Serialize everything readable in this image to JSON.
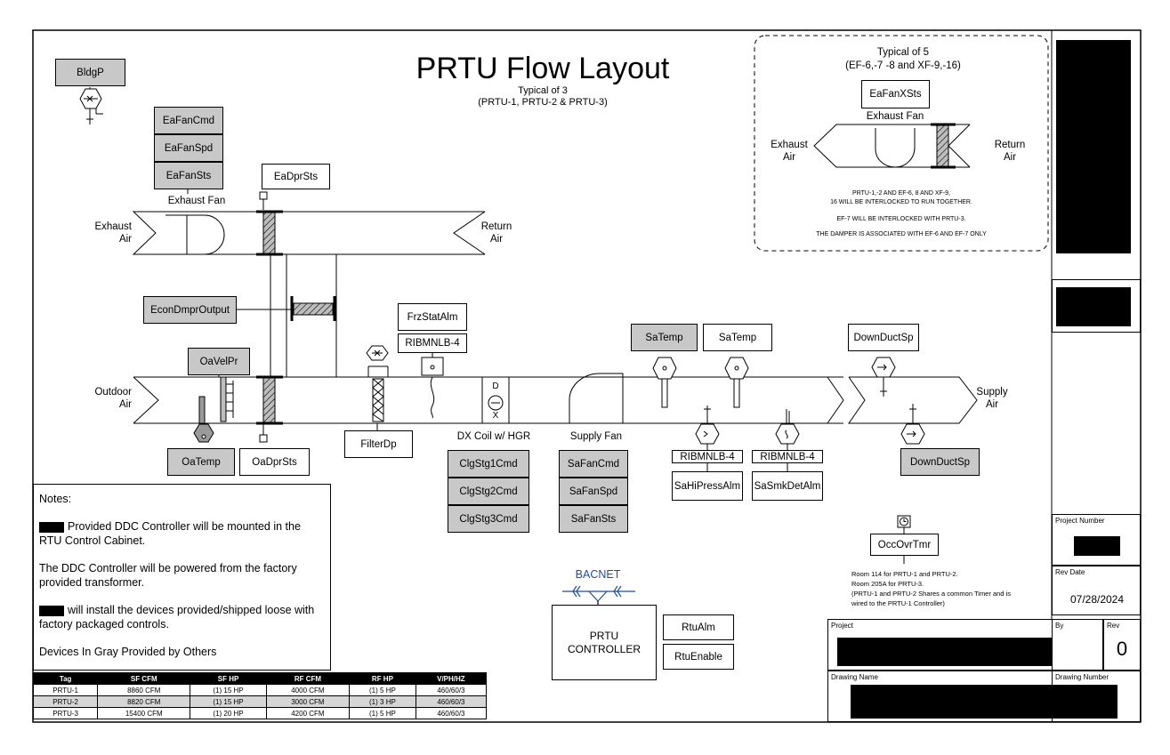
{
  "title": "PRTU Flow Layout",
  "subtitle_line1": "Typical of 3",
  "subtitle_line2": "(PRTU-1, PRTU-2 & PRTU-3)",
  "points": {
    "bldgp": "BldgP",
    "eafancmd": "EaFanCmd",
    "eafanspd": "EaFanSpd",
    "eafansts": "EaFanSts",
    "eadprsts": "EaDprSts",
    "econdmpr": "EconDmprOutput",
    "oavelpr": "OaVelPr",
    "oatemp": "OaTemp",
    "oadprsts": "OaDprSts",
    "frzstat": "FrzStatAlm",
    "ribmn_frz": "RIBMNLB-4",
    "filterdp": "FilterDp",
    "clg1": "ClgStg1Cmd",
    "clg2": "ClgStg2Cmd",
    "clg3": "ClgStg3Cmd",
    "safancmd": "SaFanCmd",
    "safanspd": "SaFanSpd",
    "safansts": "SaFanSts",
    "satemp_gray": "SaTemp",
    "satemp": "SaTemp",
    "ribmn_hp": "RIBMNLB-4",
    "sahipress": "SaHiPressAlm",
    "ribmn_smk": "RIBMNLB-4",
    "sasmkdet": "SaSmkDetAlm",
    "downductsp_top": "DownDuctSp",
    "downductsp_bot": "DownDuctSp",
    "occovrtmr": "OccOvrTmr",
    "rtualm": "RtuAlm",
    "rtuenable": "RtuEnable"
  },
  "labels": {
    "exhaust_fan": "Exhaust Fan",
    "exhaust_air_1": "Exhaust",
    "exhaust_air_2": "Air",
    "return_air_1": "Return",
    "return_air_2": "Air",
    "outdoor_air_1": "Outdoor",
    "outdoor_air_2": "Air",
    "supply_air_1": "Supply",
    "supply_air_2": "Air",
    "dx_coil": "DX Coil w/ HGR",
    "supply_fan": "Supply Fan",
    "coil_d": "D",
    "coil_x": "X",
    "bacnet": "BACNET",
    "controller_1": "PRTU",
    "controller_2": "CONTROLLER"
  },
  "inset": {
    "title1": "Typical of 5",
    "title2": "(EF-6,-7 -8 and XF-9,-16)",
    "point": "EaFanXSts",
    "fan_label": "Exhaust Fan",
    "exhaust_1": "Exhaust",
    "exhaust_2": "Air",
    "return_1": "Return",
    "return_2": "Air",
    "note1": "PRTU-1,-2 AND EF-6, 8 AND XF-9,",
    "note2": "16 WILL BE INTERLOCKED TO RUN TOGETHER.",
    "note3": "EF-7 WILL BE INTERLOCKED WITH PRTU-3.",
    "note4": "THE DAMPER IS ASSOCIATED WITH EF-6 AND EF-7 ONLY"
  },
  "timer_note": {
    "line1": "Room 114 for PRTU-1 and PRTU-2.",
    "line2": "Room  205A for PRTU-3.",
    "line3": "(PRTU-1 and PRTU-2 Shares a common Timer and is",
    "line4": "wired to the PRTU-1 Controller)"
  },
  "notes": {
    "heading": "Notes:",
    "n1": "Provided DDC Controller will be mounted in the RTU Control Cabinet.",
    "n2": "The DDC Controller will be powered from the factory provided transformer.",
    "n3": "will install the devices provided/shipped loose with factory packaged controls.",
    "n4": "Devices In Gray Provided by Others"
  },
  "schedule": {
    "headers": [
      "Tag",
      "SF CFM",
      "SF HP",
      "RF CFM",
      "RF HP",
      "V/PH/HZ"
    ],
    "rows": [
      [
        "PRTU-1",
        "8860 CFM",
        "(1) 15 HP",
        "4000 CFM",
        "(1) 5 HP",
        "460/60/3"
      ],
      [
        "PRTU-2",
        "8820 CFM",
        "(1) 15 HP",
        "3000 CFM",
        "(1) 3 HP",
        "460/60/3"
      ],
      [
        "PRTU-3",
        "15400 CFM",
        "(1) 20 HP",
        "4200 CFM",
        "(1) 5 HP",
        "460/60/3"
      ]
    ]
  },
  "title_block": {
    "project_number_label": "Project Number",
    "rev_date_label": "Rev Date",
    "rev_date": "07/28/2024",
    "project_label": "Project",
    "by_label": "By",
    "rev_label": "Rev",
    "rev": "0",
    "drawing_name_label": "Drawing Name",
    "drawing_number_label": "Drawing Number"
  },
  "colors": {
    "gray_device": "#c8c8c8",
    "redaction": "#000000",
    "bacnet": "#1f4e99"
  }
}
